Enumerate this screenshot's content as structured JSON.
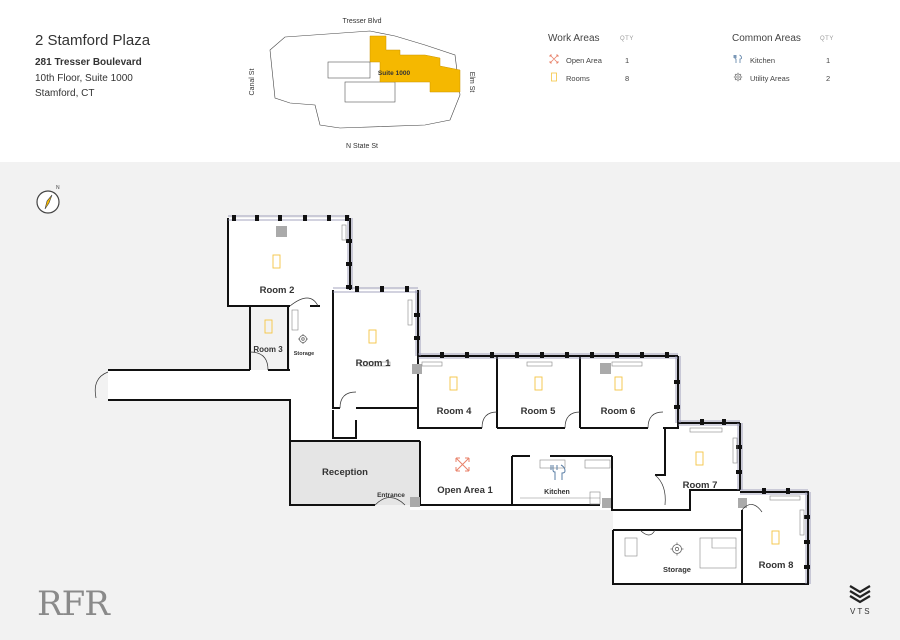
{
  "building": {
    "name": "2 Stamford Plaza",
    "address_line1": "281 Tresser Boulevard",
    "address_line2": "10th Floor, Suite 1000",
    "address_line3": "Stamford, CT"
  },
  "key_map": {
    "streets": {
      "north": "Tresser Blvd",
      "south": "N State St",
      "west": "Canal St",
      "east": "Elm St"
    },
    "suite_label": "Suite 1000",
    "highlight_color": "#f5b800"
  },
  "legend": {
    "qty_label": "QTY",
    "work_areas": {
      "title": "Work Areas",
      "items": [
        {
          "label": "Open Area",
          "qty": "1",
          "icon": "open-area-icon"
        },
        {
          "label": "Rooms",
          "qty": "8",
          "icon": "room-icon"
        }
      ]
    },
    "common_areas": {
      "title": "Common Areas",
      "items": [
        {
          "label": "Kitchen",
          "qty": "1",
          "icon": "kitchen-icon"
        },
        {
          "label": "Utility Areas",
          "qty": "2",
          "icon": "gear-icon"
        }
      ]
    }
  },
  "plan": {
    "compass_label": "N",
    "rooms": {
      "room2": "Room 2",
      "room3": "Room 3",
      "storage_small": "Storage",
      "room1": "Room 1",
      "room4": "Room 4",
      "room5": "Room 5",
      "room6": "Room 6",
      "reception": "Reception",
      "entrance": "Entrance",
      "open_area": "Open Area 1",
      "kitchen": "Kitchen",
      "room7": "Room 7",
      "storage_large": "Storage",
      "room8": "Room 8"
    }
  },
  "branding": {
    "left_logo": "RFR",
    "right_logo": "VTS"
  },
  "colors": {
    "room_icon": "#f5c542",
    "open_area_icon": "#e8826a",
    "kitchen_icon": "#5b7fa6",
    "utility_icon": "#777777"
  }
}
